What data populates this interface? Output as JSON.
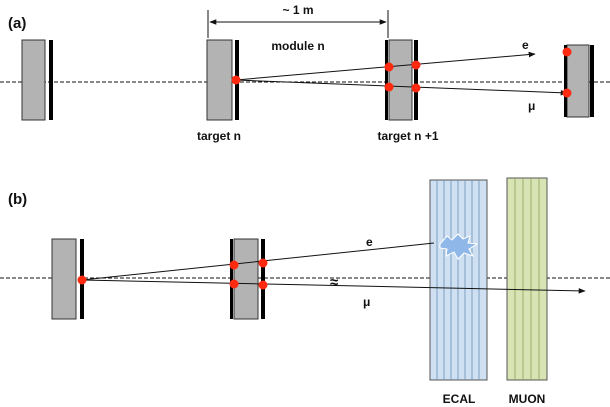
{
  "panel_a": {
    "label": "(a)",
    "distance_label": "~ 1 m",
    "module_label": "module n",
    "target_n_label": "target n",
    "target_n1_label": "target n +1",
    "electron_label": "e",
    "muon_label": "μ"
  },
  "panel_b": {
    "label": "(b)",
    "electron_label": "e",
    "muon_label": "μ",
    "break_mark": "≈",
    "ecal_label": "ECAL",
    "muon_detector_label": "MUON"
  },
  "colors": {
    "target_fill": "#b3b3b3",
    "vertex": "#ff2a10",
    "ecal_fill": "#cfe0f2",
    "muon_fill": "#d9e4b4",
    "shower": "#8fb8e8"
  }
}
